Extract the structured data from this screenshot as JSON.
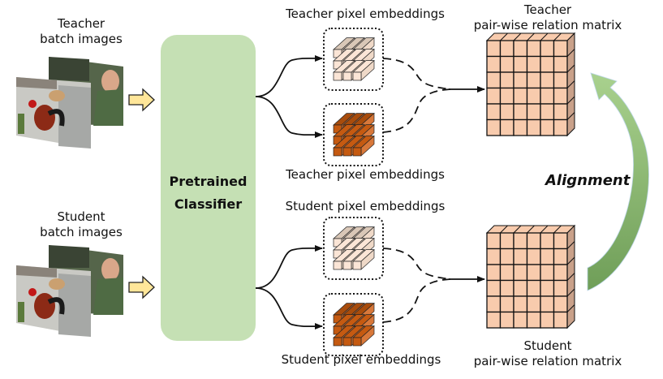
{
  "teacher_input": {
    "line1": "Teacher",
    "line2": "batch images"
  },
  "student_input": {
    "line1": "Student",
    "line2": "batch images"
  },
  "classifier": {
    "line1": "Pretrained",
    "line2": "Classifier"
  },
  "teacher_embeddings": {
    "top_label": "Teacher pixel embeddings",
    "bottom_label": "Teacher pixel embeddings"
  },
  "student_embeddings": {
    "top_label": "Student pixel embeddings",
    "bottom_label": "Student pixel embeddings"
  },
  "teacher_matrix": {
    "line1": "Teacher",
    "line2": "pair-wise relation matrix"
  },
  "student_matrix": {
    "line1": "Student",
    "line2": "pair-wise relation matrix"
  },
  "alignment_label": "Alignment",
  "colors": {
    "classifier_fill": "#c5e0b4",
    "arrow_fill": "#ffe699",
    "light_cube": "#fbe5d6",
    "light_cube_top": "#d9c7b7",
    "dark_cube": "#c55a11",
    "matrix_cell": "#f8cbad",
    "matrix_side": "#c9a18a",
    "alignment_arrow_light": "#a9d18e",
    "alignment_arrow_dark": "#70a05a"
  }
}
